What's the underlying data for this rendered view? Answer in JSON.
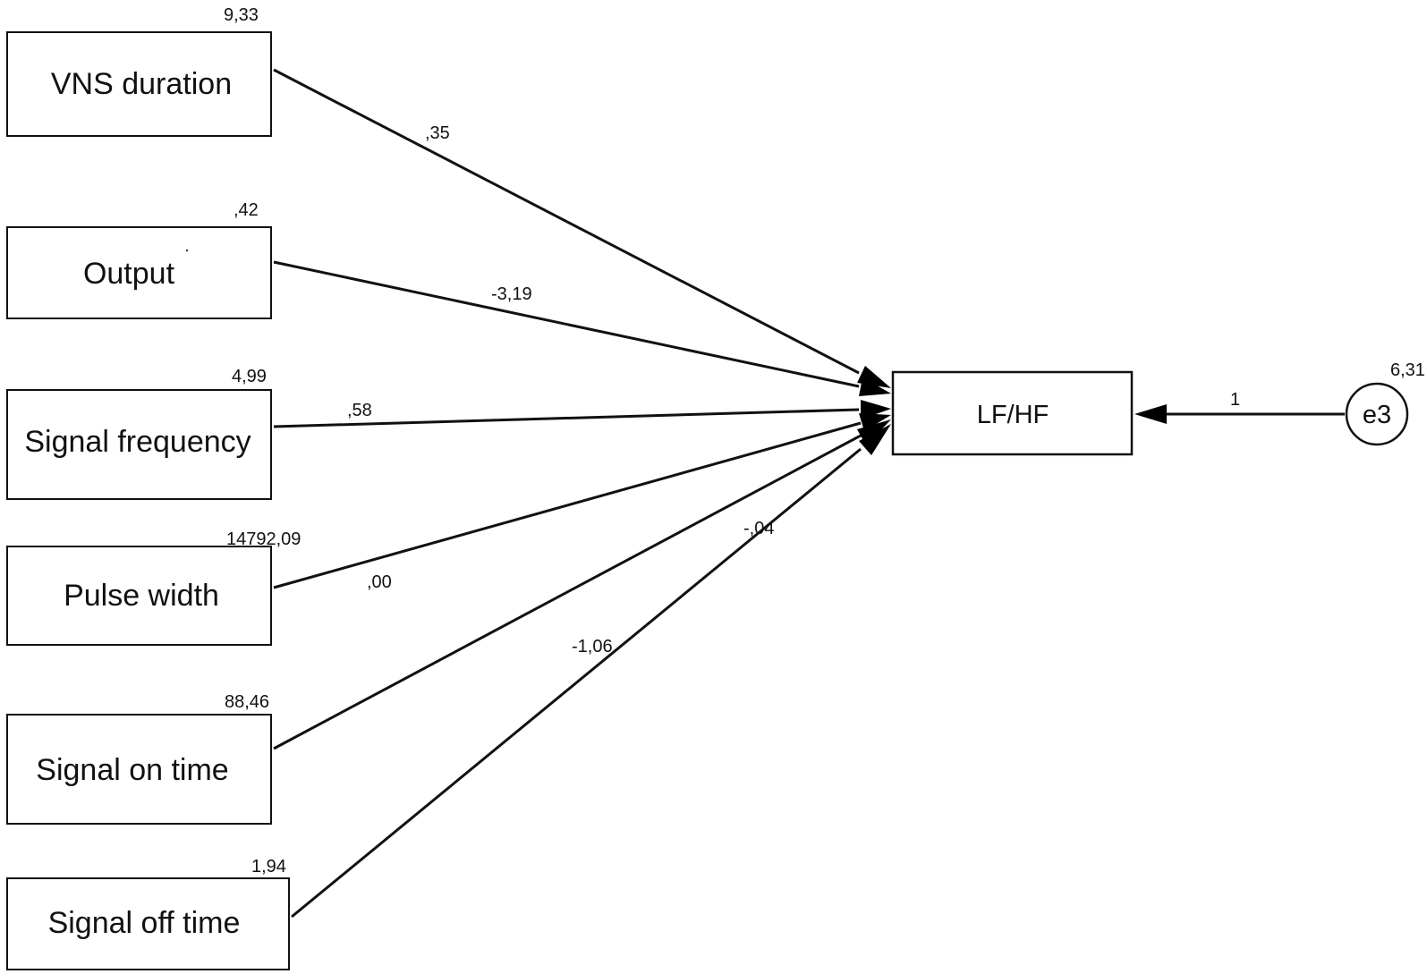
{
  "predictors": [
    {
      "label": "VNS duration",
      "variance": "9,33",
      "coefficient": ",35"
    },
    {
      "label": "Output",
      "variance": ",42",
      "coefficient": "-3,19"
    },
    {
      "label": "Signal frequency",
      "variance": "4,99",
      "coefficient": ",58"
    },
    {
      "label": "Pulse width",
      "variance": "14792,09",
      "coefficient": ",00"
    },
    {
      "label": "Signal on time",
      "variance": "88,46",
      "coefficient": "-,04"
    },
    {
      "label": "Signal off time",
      "variance": "1,94",
      "coefficient": "-1,06"
    }
  ],
  "outcome": {
    "label": "LF/HF"
  },
  "error_term": {
    "label": "e3",
    "variance": "6,31",
    "path_label": "1"
  },
  "colors": {
    "line": "#111111",
    "background": "#ffffff"
  }
}
